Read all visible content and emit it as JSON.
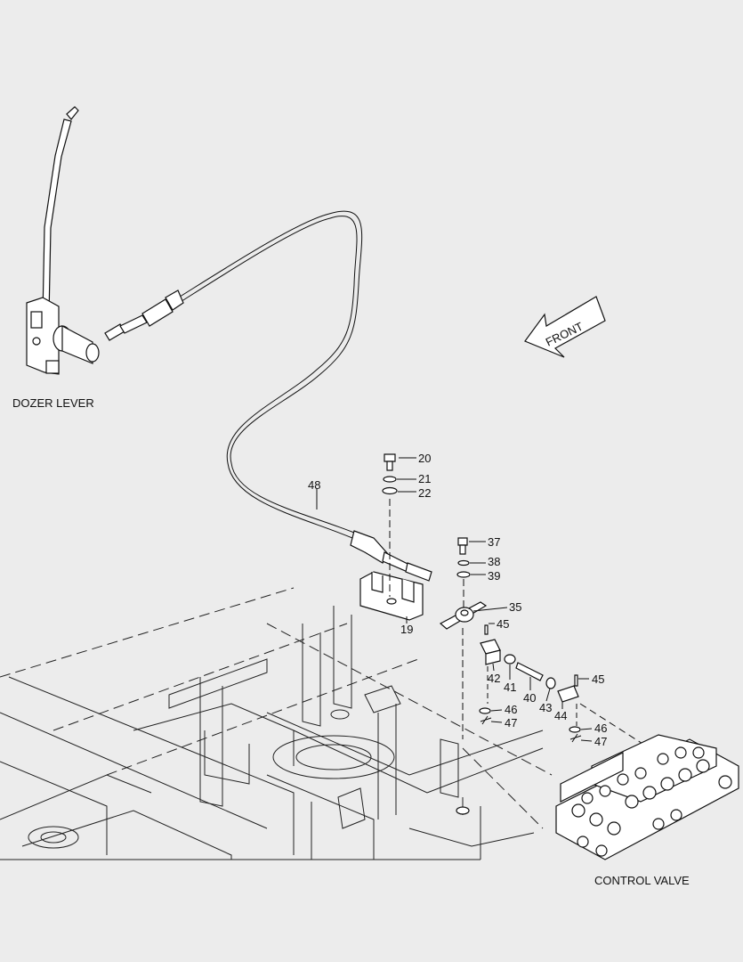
{
  "captions": {
    "dozer_lever": "DOZER LEVER",
    "control_valve": "CONTROL VALVE",
    "front": "FRONT"
  },
  "callouts": {
    "c48": "48",
    "c20": "20",
    "c21": "21",
    "c22": "22",
    "c19": "19",
    "c37": "37",
    "c38": "38",
    "c39": "39",
    "c35": "35",
    "c45a": "45",
    "c42": "42",
    "c41": "41",
    "c40": "40",
    "c43": "43",
    "c44": "44",
    "c45b": "45",
    "c46a": "46",
    "c47a": "47",
    "c46b": "46",
    "c47b": "47"
  },
  "icons": {
    "front_arrow": "front-direction-arrow-icon"
  }
}
